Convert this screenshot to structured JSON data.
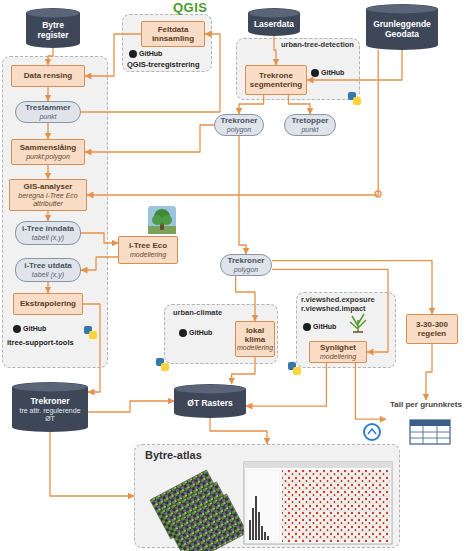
{
  "diagram": {
    "nodes": [
      {
        "text": [
          "Bytre register"
        ]
      },
      {
        "text": [
          "QGIS",
          "GitHub",
          "QGIS-treregistrering"
        ]
      },
      {
        "text": [
          "Feltdata innsamling"
        ],
        "in": 1
      },
      {
        "text": [
          "Laserdata"
        ]
      },
      {
        "text": [
          "Grunleggende Geodata"
        ]
      },
      {
        "text": [
          "GitHub",
          "itree-support-tools"
        ]
      },
      {
        "text": [
          "Data rensing"
        ],
        "in": 5
      },
      {
        "text": [
          "Trestammer",
          "punkt"
        ],
        "in": 5
      },
      {
        "text": [
          "Sammenslåing",
          "punkt:polygon"
        ],
        "in": 5
      },
      {
        "text": [
          "GIS-analyser",
          "beregna i-Tree Eco attributter"
        ],
        "in": 5
      },
      {
        "text": [
          "i-Tree inndata",
          "tabell (x,y)"
        ],
        "in": 5
      },
      {
        "text": [
          "i-Tree utdata",
          "tabell (x,y)"
        ],
        "in": 5
      },
      {
        "text": [
          "Ekstrapolering"
        ],
        "in": 5
      },
      {
        "text": [
          "urban-tree-detection",
          "GitHub"
        ]
      },
      {
        "text": [
          "Trekrone segmentering"
        ],
        "in": 13
      },
      {
        "text": [
          "Trekroner",
          "polygon"
        ]
      },
      {
        "text": [
          "Tretopper",
          "punkt"
        ]
      },
      {
        "text": [
          "i-Tree Eco",
          "modellering"
        ]
      },
      {
        "text": [
          "Trekroner",
          "polygon"
        ]
      },
      {
        "text": [
          "urban-climate",
          "GitHub"
        ]
      },
      {
        "text": [
          "lokal klima",
          "modellering"
        ],
        "in": 19
      },
      {
        "text": [
          "r.viewshed.exposure r.viewshed.impact",
          "GitHub"
        ]
      },
      {
        "text": [
          "Synlighet",
          "modellering"
        ],
        "in": 21
      },
      {
        "text": [
          "3-30-300 regelen"
        ]
      },
      {
        "text": [
          "Trekroner",
          "tre attr. regulerende ØT"
        ]
      },
      {
        "text": [
          "ØT Rasters"
        ]
      },
      {
        "text": [
          "Tall per grunnkrets"
        ]
      },
      {
        "text": [
          "Bytre-atlas"
        ]
      }
    ],
    "edges": [
      {
        "from": 0,
        "to": 6,
        "arrow": "to"
      },
      {
        "from": 2,
        "to": 6,
        "arrow": "to"
      },
      {
        "from": 6,
        "to": 7,
        "arrow": "to"
      },
      {
        "from": 7,
        "to": 2,
        "arrow": "to"
      },
      {
        "from": 7,
        "to": 8,
        "arrow": "to"
      },
      {
        "from": 15,
        "to": 8,
        "arrow": "to"
      },
      {
        "from": 8,
        "to": 9,
        "arrow": "to"
      },
      {
        "from": 4,
        "to": 9,
        "arrow": "to"
      },
      {
        "from": 9,
        "to": 10,
        "arrow": "to"
      },
      {
        "from": 10,
        "to": 17,
        "arrow": "to"
      },
      {
        "from": 17,
        "to": 11,
        "arrow": "to"
      },
      {
        "from": 11,
        "to": 12,
        "arrow": "to"
      },
      {
        "from": 12,
        "to": 24,
        "arrow": "to"
      },
      {
        "from": 3,
        "to": 14,
        "arrow": "to"
      },
      {
        "from": 4,
        "to": 14,
        "arrow": "to"
      },
      {
        "from": 14,
        "to": 15,
        "arrow": "to"
      },
      {
        "from": 14,
        "to": 16,
        "arrow": "to"
      },
      {
        "from": 15,
        "to": 18,
        "arrow": "to"
      },
      {
        "from": 18,
        "to": 20,
        "arrow": "to"
      },
      {
        "from": 18,
        "to": 22,
        "arrow": "to"
      },
      {
        "from": 18,
        "to": 23,
        "arrow": "to"
      },
      {
        "from": 20,
        "to": 25,
        "arrow": "to"
      },
      {
        "from": 22,
        "to": 25,
        "arrow": "to"
      },
      {
        "from": 22,
        "to": 26,
        "arrow": "to"
      },
      {
        "from": 23,
        "to": 26,
        "arrow": "to"
      },
      {
        "from": 24,
        "to": 25,
        "arrow": "to"
      },
      {
        "from": 24,
        "to": 27,
        "arrow": "to"
      },
      {
        "from": 25,
        "to": 27,
        "arrow": "to"
      }
    ]
  }
}
